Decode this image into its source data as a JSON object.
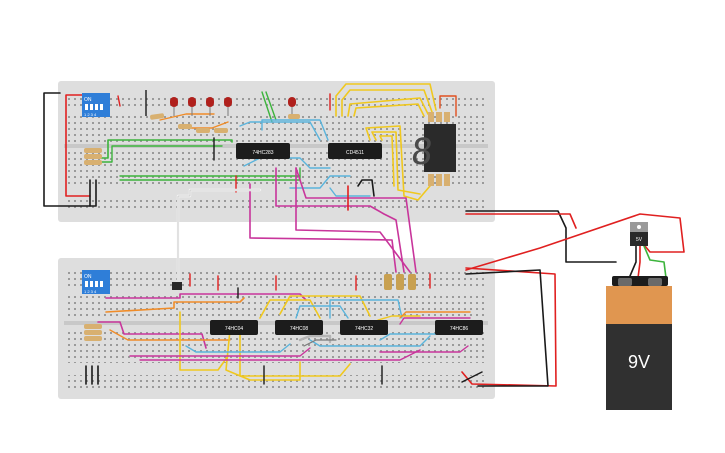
{
  "colors": {
    "breadboard": "#dcdcdc",
    "chip": "#1c1c1c",
    "wire_red": "#e02020",
    "wire_black": "#1a1a1a",
    "wire_yellow": "#f0c81e",
    "wire_magenta": "#c8359b",
    "wire_cyan": "#5ab4dc",
    "wire_orange": "#f08c28",
    "wire_green": "#3cb43c",
    "battery_top": "#e09650",
    "battery_bottom": "#303030",
    "display": "#2a2a2a",
    "dip_switch": "#2f7ed8"
  },
  "top_board": {
    "dip_switch": {
      "label": "ON",
      "numbers": "1 2 3 4"
    },
    "chips": [
      {
        "label": "74HC283"
      },
      {
        "label": "CD4511"
      }
    ],
    "display": {
      "digit": "8"
    }
  },
  "bottom_board": {
    "dip_switch": {
      "label": "ON",
      "numbers": "1 2 3 4"
    },
    "chips": [
      {
        "label": "74HC04"
      },
      {
        "label": "74HC08"
      },
      {
        "label": "74HC32"
      },
      {
        "label": "74HC86"
      }
    ]
  },
  "regulator": {
    "label": "5V"
  },
  "battery": {
    "label": "9V"
  }
}
